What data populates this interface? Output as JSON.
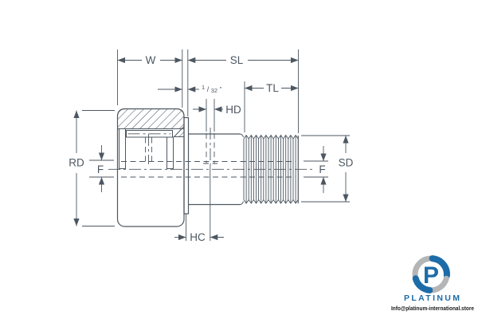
{
  "drawing": {
    "dimension_labels": {
      "w": "W",
      "sl": "SL",
      "tl": "TL",
      "hd": "HD",
      "rd": "RD",
      "f_left": "F",
      "f_right": "F",
      "sd": "SD",
      "hc": "HC",
      "tol_num": "1",
      "tol_slash": "/",
      "tol_den": "32",
      "tol_unit": "″"
    }
  },
  "logo": {
    "brand": "PLATINUM",
    "email": "Info@platinum-international.store",
    "monogram": "P"
  },
  "colors": {
    "line": "#4d5761",
    "logo_blue": "#1d6ca8",
    "logo_gray": "#b3b5b7",
    "email_text": "#1b1b1b"
  }
}
